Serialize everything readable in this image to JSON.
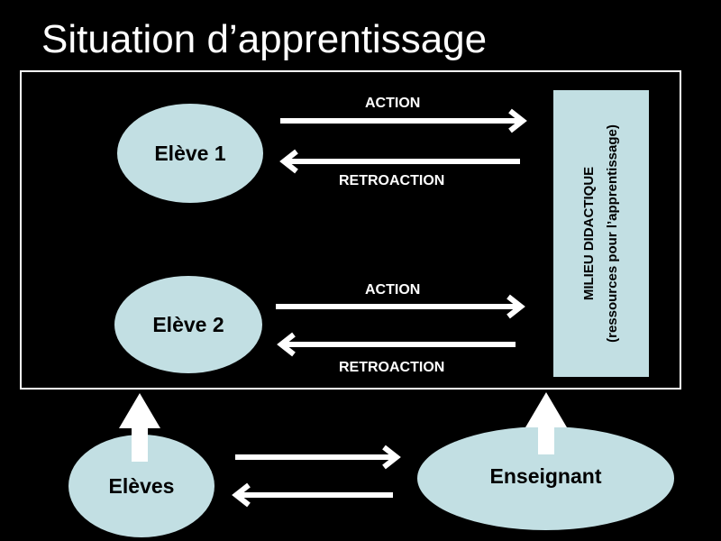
{
  "title": "Situation d’apprentissage",
  "nodes": {
    "eleve1": "Elève 1",
    "eleve2": "Elève 2",
    "eleves": "Elèves",
    "enseignant": "Enseignant"
  },
  "milieu": {
    "line1": "MILIEU DIDACTIQUE",
    "line2": "(ressources pour l’apprentissage)"
  },
  "labels": {
    "action1": "ACTION",
    "retroaction1": "RETROACTION",
    "action2": "ACTION",
    "retroaction2": "RETROACTION"
  },
  "colors": {
    "background": "#000000",
    "shape_fill": "#c2dfe3",
    "line": "#ffffff"
  }
}
